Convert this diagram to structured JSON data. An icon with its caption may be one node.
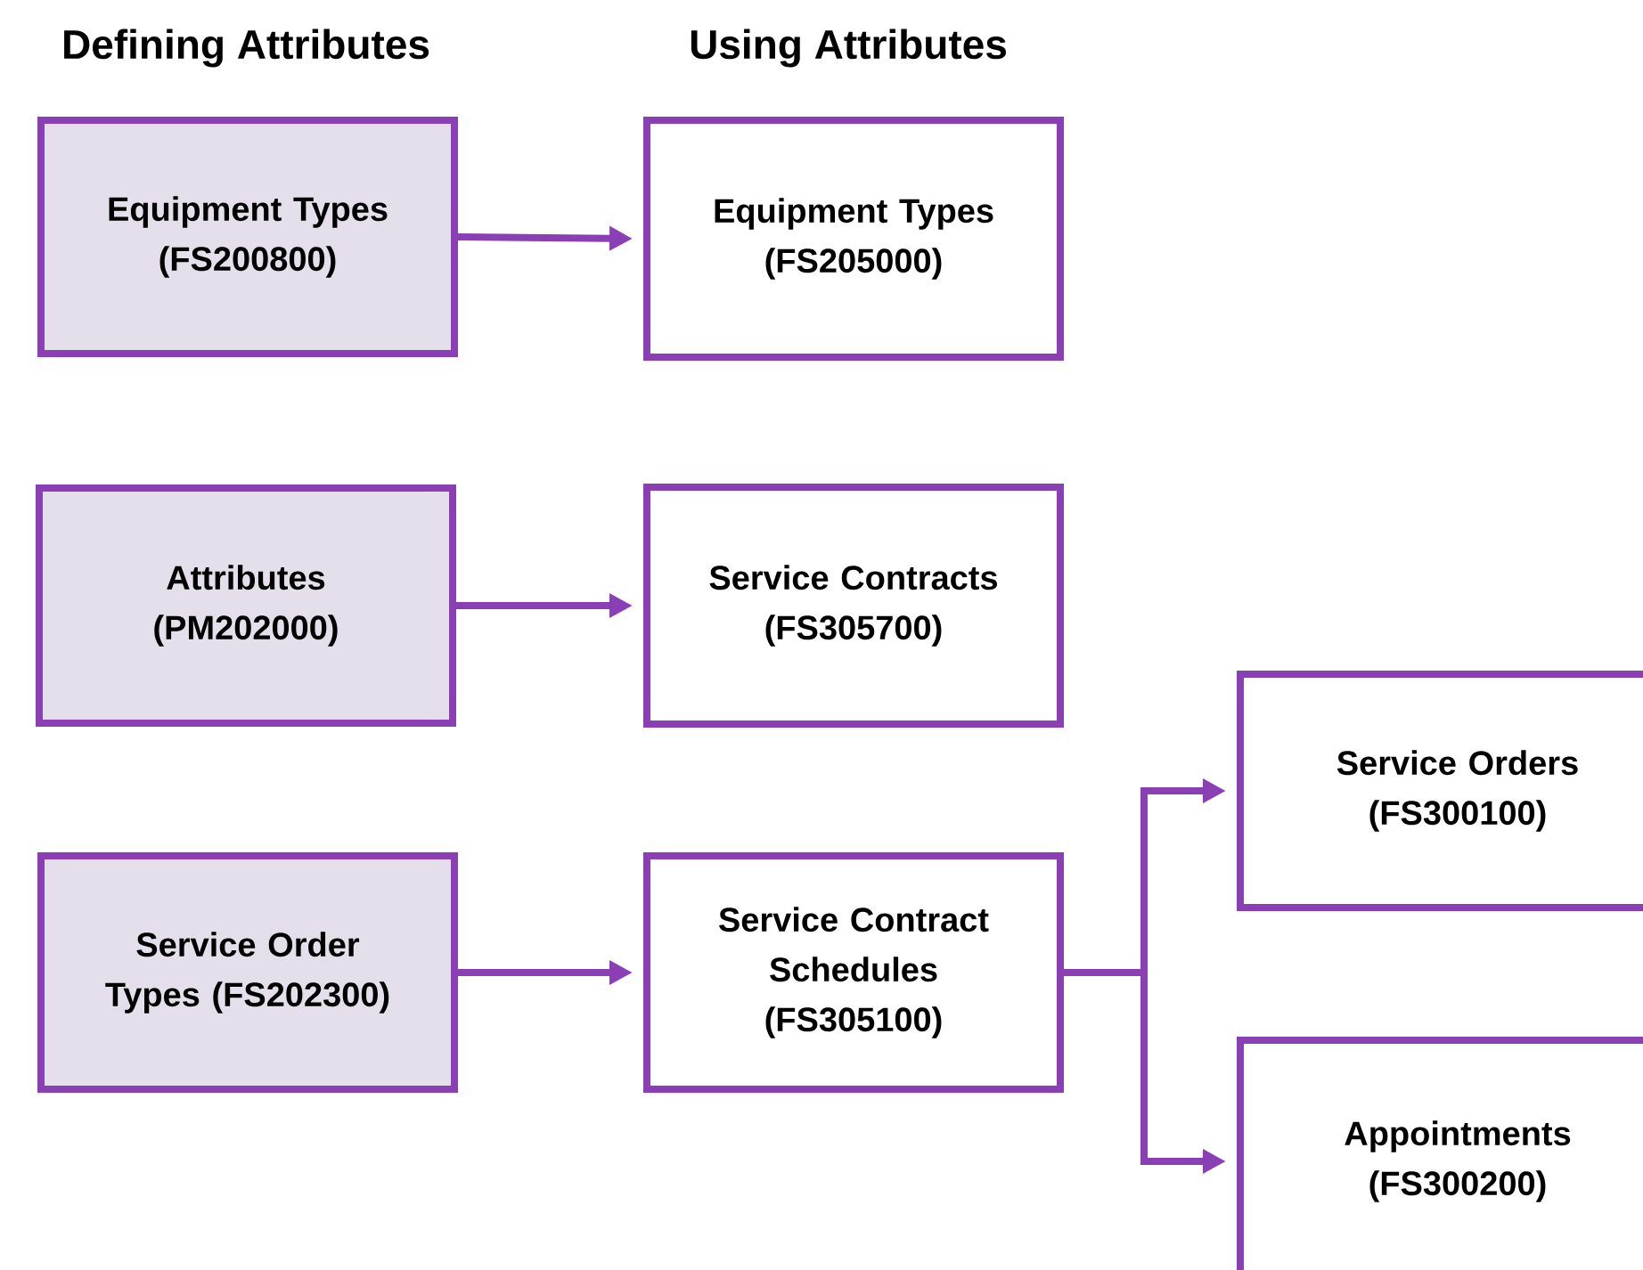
{
  "diagram": {
    "nodes": [
      {
        "text": [
          "Equipment Types (FS200800)"
        ]
      },
      {
        "text": [
          "Equipment Types (FS205000)"
        ]
      },
      {
        "text": [
          "Attributes (PM202000)"
        ]
      },
      {
        "text": [
          "Service Contracts (FS305700)"
        ]
      },
      {
        "text": [
          "Service Order Types (FS202300)"
        ]
      },
      {
        "text": [
          "Service Contract Schedules (FS305100)"
        ]
      },
      {
        "text": [
          "Service Orders (FS300100)"
        ]
      },
      {
        "text": [
          "Appointments (FS300200)"
        ]
      }
    ],
    "edges": [
      {
        "from": 0,
        "to": 1,
        "arrow": "to"
      },
      {
        "from": 2,
        "to": 3,
        "arrow": "to"
      },
      {
        "from": 4,
        "to": 5,
        "arrow": "to"
      },
      {
        "from": 5,
        "to": 6,
        "arrow": "to"
      },
      {
        "from": 5,
        "to": 7,
        "arrow": "to"
      }
    ],
    "labels": [
      "Defining Attributes",
      "Using Attributes"
    ]
  }
}
